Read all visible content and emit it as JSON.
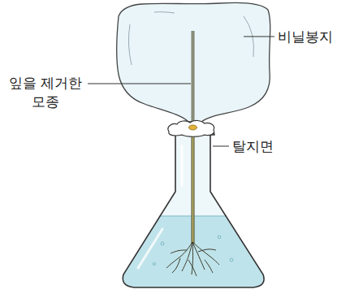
{
  "diagram": {
    "labels": [
      "비닐봉지",
      "잎을 제거한 모종",
      "탈지면"
    ]
  }
}
